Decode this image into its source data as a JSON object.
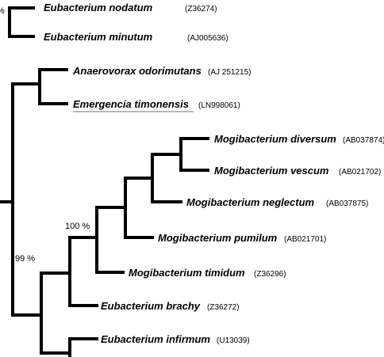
{
  "tree": {
    "cropped_support_label": "%",
    "taxa": [
      {
        "id": "nodatum",
        "name": "Eubacterium nodatum",
        "accession": "(Z36274)"
      },
      {
        "id": "minutum",
        "name": "Eubacterium minutum",
        "accession": "(AJ005636)"
      },
      {
        "id": "anaerovorax",
        "name": "Anaerovorax odorimutans",
        "accession": "(AJ 251215)"
      },
      {
        "id": "emergencia",
        "name": "Emergencia timonensis",
        "accession": "(LN998061)",
        "underlined": true
      },
      {
        "id": "diversum",
        "name": "Mogibacterium diversum",
        "accession": "(AB037874)"
      },
      {
        "id": "vescum",
        "name": "Mogibacterium vescum",
        "accession": "(AB021702)"
      },
      {
        "id": "neglectum",
        "name": "Mogibacterium neglectum",
        "accession": "(AB037875)"
      },
      {
        "id": "pumilum",
        "name": "Mogibacterium pumilum",
        "accession": "(AB021701)"
      },
      {
        "id": "timidum",
        "name": "Mogibacterium timidum",
        "accession": "(Z36296)"
      },
      {
        "id": "brachy",
        "name": "Eubacterium brachy",
        "accession": "(Z36272)"
      },
      {
        "id": "infirmum",
        "name": "Eubacterium infirmum",
        "accession": "(U13039)"
      }
    ],
    "support_values": [
      {
        "id": "mogi_node",
        "label": "100 %"
      },
      {
        "id": "brachy_node",
        "label": "99 %"
      }
    ]
  }
}
